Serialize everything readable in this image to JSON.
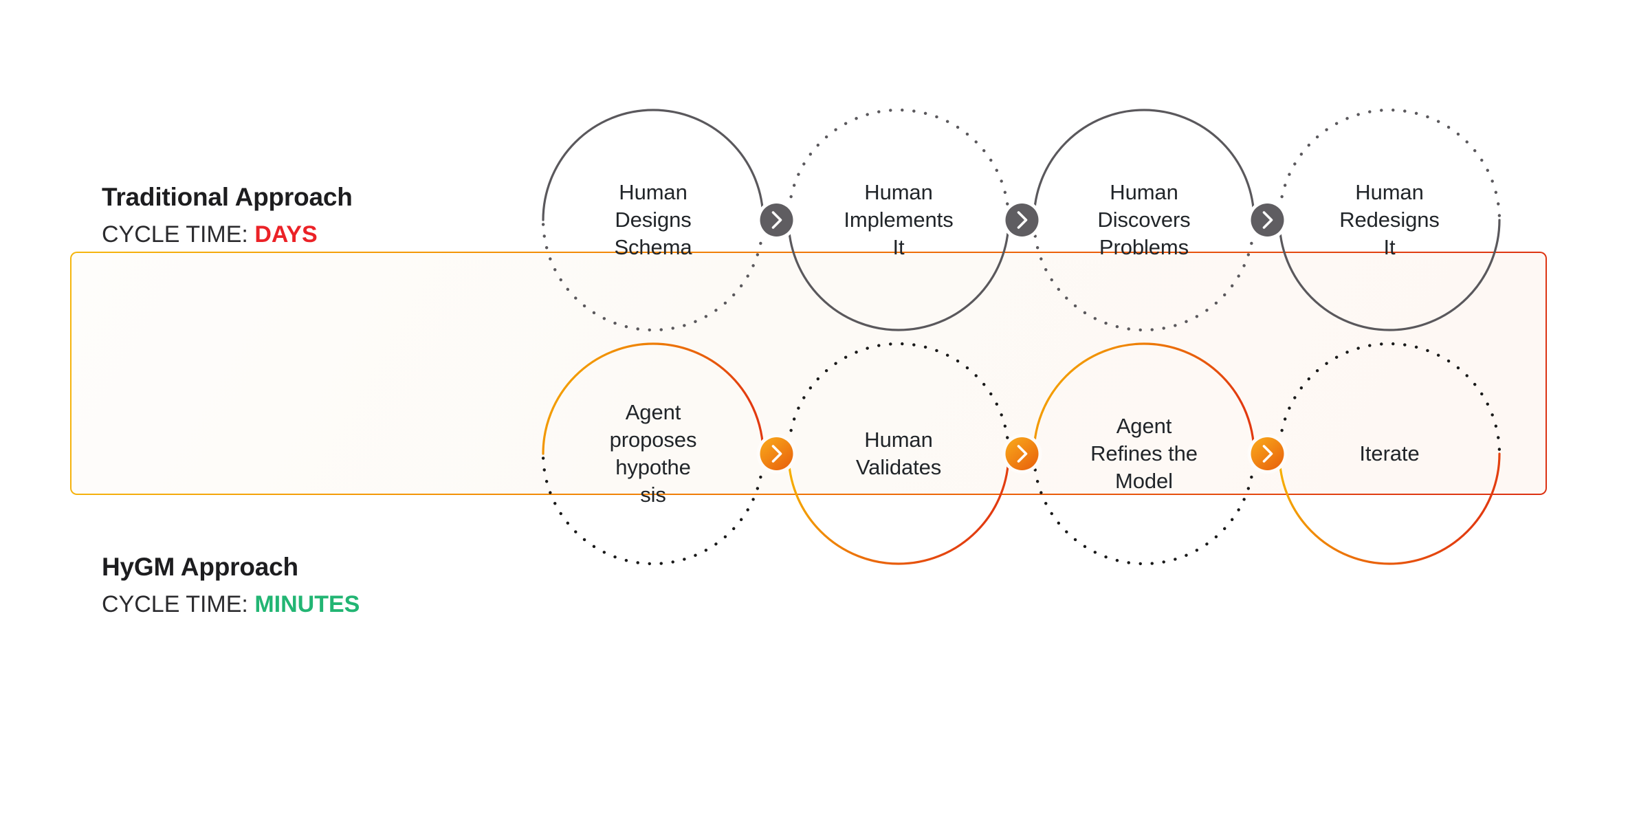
{
  "diagram": {
    "type": "comparison-cycle-diagram",
    "rows": [
      {
        "id": "traditional",
        "title": "Traditional Approach",
        "cycle_prefix": "CYCLE TIME: ",
        "cycle_value": "DAYS",
        "cycle_value_color": "#EB2227",
        "stroke_color": "#5A585C",
        "dot_color": "#5A585C",
        "badge_fill": "#5F5D61",
        "badge_icon": "chevron-right-icon",
        "nodes": [
          {
            "label": "Human\nDesigns\nSchema",
            "arc": "solid-top"
          },
          {
            "label": "Human\nImplements\nIt",
            "arc": "solid-bottom"
          },
          {
            "label": "Human\nDiscovers\nProblems",
            "arc": "solid-top"
          },
          {
            "label": "Human\nRedesigns\nIt",
            "arc": "solid-bottom"
          }
        ],
        "connector_count": 3
      },
      {
        "id": "hygm",
        "title": "HyGM Approach",
        "cycle_prefix": "CYCLE TIME: ",
        "cycle_value": "MINUTES",
        "cycle_value_color": "#22B573",
        "stroke_gradient_from": "#F7B500",
        "stroke_gradient_to": "#E23A10",
        "dot_color": "#1A1A1A",
        "badge_gradient_from": "#F9A81B",
        "badge_gradient_to": "#E8610C",
        "badge_ring_from": "#F7B500",
        "badge_ring_to": "#E23A10",
        "badge_icon": "chevron-right-icon",
        "nodes": [
          {
            "label": "Agent\nproposes\nhypothe\nsis",
            "arc": "solid-top"
          },
          {
            "label": "Human\nValidates",
            "arc": "solid-bottom"
          },
          {
            "label": "Agent\nRefines the\nModel",
            "arc": "solid-top"
          },
          {
            "label": "Iterate",
            "arc": "solid-bottom"
          }
        ],
        "connector_count": 3,
        "panel_border_from": "#F5B60E",
        "panel_border_to": "#DC3112",
        "panel_background": "#FDFAF6"
      }
    ]
  }
}
